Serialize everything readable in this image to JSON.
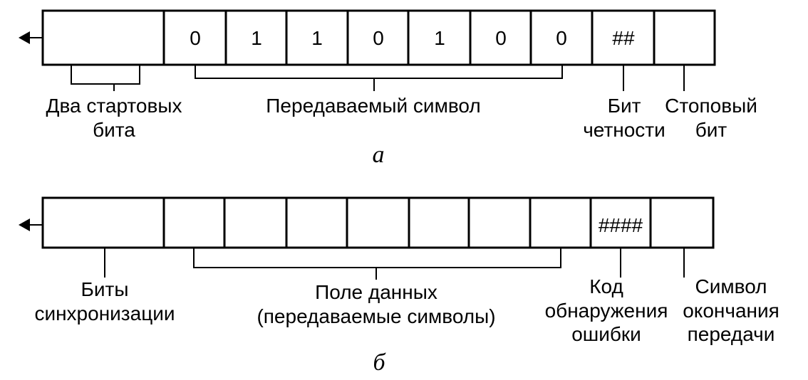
{
  "diagram_a": {
    "caption": "а",
    "cells": [
      "",
      "0",
      "1",
      "1",
      "0",
      "1",
      "0",
      "0",
      "##",
      ""
    ],
    "labels": {
      "start_bits": [
        "Два стартовых",
        "бита"
      ],
      "data": [
        "Передаваемый символ"
      ],
      "parity": [
        "Бит",
        "четности"
      ],
      "stop": [
        "Стоповый",
        "бит"
      ]
    }
  },
  "diagram_b": {
    "caption": "б",
    "cells": [
      "",
      "",
      "",
      "",
      "",
      "",
      "",
      "",
      "####",
      ""
    ],
    "labels": {
      "sync": [
        "Биты",
        "синхронизации"
      ],
      "data": [
        "Поле данных",
        "(передаваемые символы)"
      ],
      "error": [
        "Код",
        "обнаружения",
        "ошибки"
      ],
      "end": [
        "Символ",
        "окончания",
        "передачи"
      ]
    }
  },
  "colors": {
    "ink": "#000000",
    "background": "#ffffff"
  },
  "icons": {
    "direction": "arrow-left-icon"
  }
}
